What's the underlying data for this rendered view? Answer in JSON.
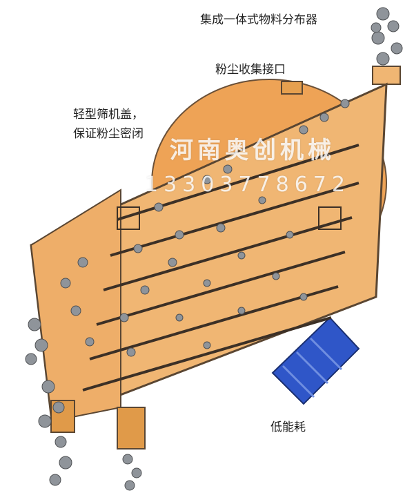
{
  "labels": {
    "distributor": "集成一体式物料分布器",
    "dust_collector": "粉尘收集接口",
    "cover_line1": "轻型筛机盖，",
    "cover_line2": "保证粉尘密闭",
    "low_energy": "低能耗"
  },
  "watermark": {
    "company": "河南奥创机械",
    "phone": "13303778672"
  },
  "colors": {
    "body": "#f0b673",
    "body_dark": "#d98e3a",
    "outline": "#5a4632",
    "motor": "#2f56c8",
    "stone": "#8f949a"
  }
}
